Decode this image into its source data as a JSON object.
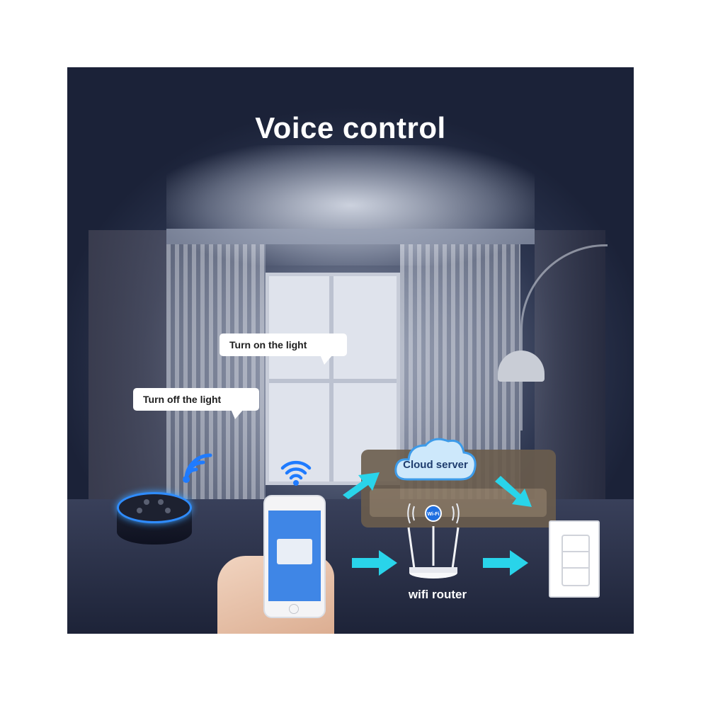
{
  "title": "Voice control",
  "bubbles": {
    "turn_on": "Turn on the light",
    "turn_off": "Turn off the light"
  },
  "cloud": {
    "label": "Cloud server"
  },
  "router": {
    "label": "wifi router",
    "badge": "Wi-Fi"
  },
  "colors": {
    "accent_cyan": "#29d4ea",
    "wifi_blue": "#1f7bff",
    "cloud_fill": "#cde8fb",
    "panel_dark": "#1b2238"
  },
  "icons": [
    "wifi-signal-icon",
    "cloud-icon",
    "router-icon",
    "arrow-icon",
    "smart-speaker",
    "wall-switch"
  ]
}
